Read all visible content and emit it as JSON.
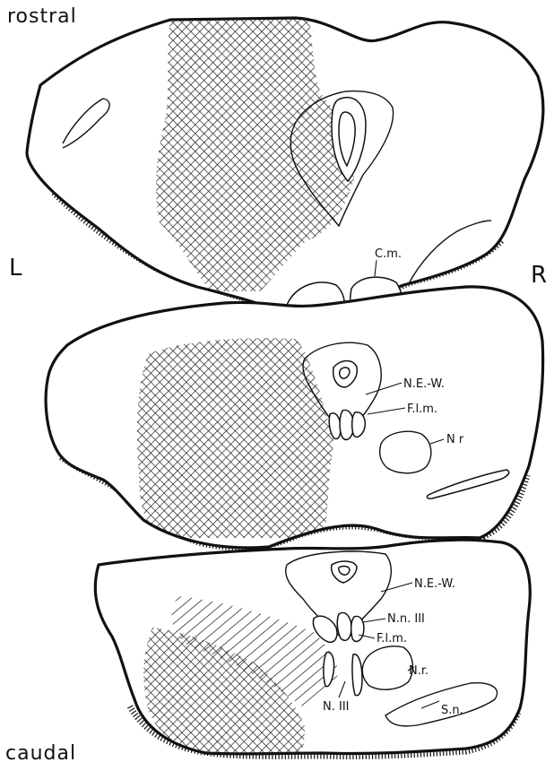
{
  "labels": {
    "top_left": "rostral",
    "bottom_left": "caudal",
    "left_side": "L",
    "right_side": "R"
  },
  "sections": [
    {
      "id": "rostral-section",
      "annotations": [
        "C.m."
      ]
    },
    {
      "id": "middle-section",
      "annotations": [
        "N.E.-W.",
        "F.l.m.",
        "N r"
      ]
    },
    {
      "id": "caudal-section",
      "annotations": [
        "N.E.-W.",
        "N.n. III",
        "F.l.m.",
        "N.r.",
        "N. III",
        "S.n."
      ]
    }
  ],
  "colors": {
    "ink": "#111111",
    "paper": "#ffffff"
  }
}
